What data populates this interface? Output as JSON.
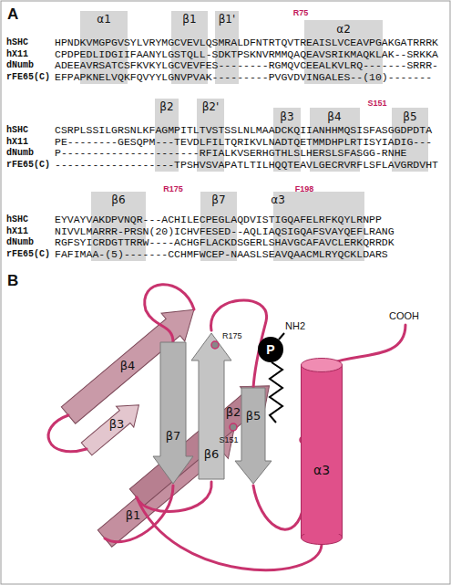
{
  "diagram": {
    "nodes": [
      {
        "text": [
          "P"
        ]
      },
      {
        "text": [
          "α3"
        ]
      }
    ],
    "labels": [
      "A",
      "α1",
      "β1",
      "β1'",
      "R75",
      "α2",
      "hSHC",
      "HPNDKVMGPGVSYLVRYMGCVEVLQSMRALDFNTRTQVTREAISLVCEAVPGAKGATRRRK",
      "hX11",
      "CPDPEDLIDGIIFAANYLGSTQLL-SDKTPSKNVRMMQAQEAVSRIKMAQKLAK--SRKKA",
      "dNumb",
      "ADEEAVRSATCSFKVKYLGCVEVFES--------RGMQVCEEALKVLRQ-------SRRR-",
      "rFE65(C)",
      "EFPAPKNELVQKFQVYYLGNVPVAK---------PVGVDVINGALES--(10)-------",
      "β2",
      "β2'",
      "β3",
      "β4",
      "S151",
      "β5",
      "hSHC",
      "CSRPLSSILGRSNLKFAGMPITLTVSTSSLNLMAADCKQIIANHHMQSISFASGGDPDTA",
      "hX11",
      "PE--------GESQPM---TEVDLFILTQRIKVLNADTQETMMDHPLRTISYIADIG---",
      "dNumb",
      "P----------------------RFIALKVSERHGTHLSLHERSLSFASGG-RNHE",
      "rFE65(C)",
      "-------------------TPSHVSVAPATLTILHQQTEAVLGECRVRFLSFLAVGRDVHT",
      "β6",
      "R175",
      "β7",
      "α3",
      "F198",
      "hSHC",
      "EYVAYVAKDPVNQR---ACHILECPEGLAQDVISTIGQAFELRFKQYLRNPP",
      "hX11",
      "NIVVLMARRR-PRSN(20)ICHVFESED--AQLIAQSIGQAFSVAYQEFLRANG",
      "dNumb",
      "RGFSYICRDGTTRRW----ACHGFLACKDSGERLSHAVGCAFAVCLERKQRRDK",
      "rFE65(C)",
      "FAFIMAA-(5)-------CCHMFWCEP-NAASLSEAVQAACMLRYQCKLDARS",
      "B",
      "β4",
      "β3",
      "β7",
      "β6",
      "β5",
      "β2",
      "β1",
      "R175",
      "S151",
      "F198",
      "NH2",
      "COOH"
    ]
  }
}
